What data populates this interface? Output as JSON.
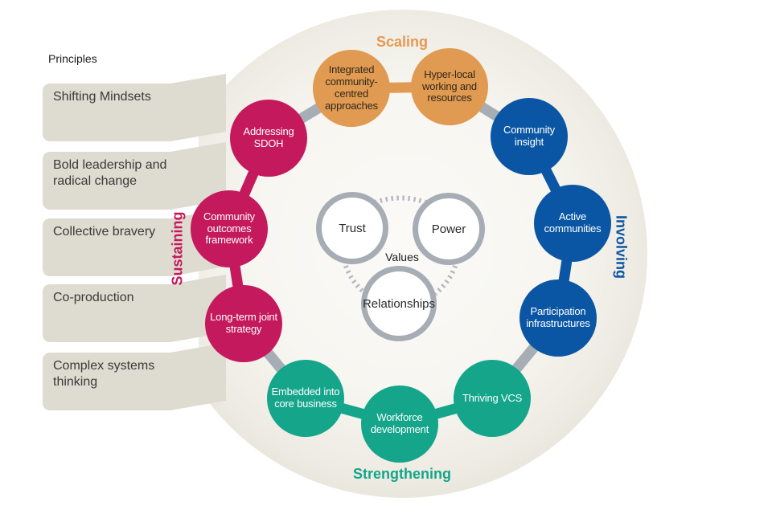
{
  "principles": {
    "heading": "Principles",
    "items": [
      "Shifting Mindsets",
      "Bold leadership and radical change",
      "Collective bravery",
      "Co-production",
      "Complex systems thinking"
    ],
    "box_color": "#DEDBD0",
    "text_color": "#3A3A39"
  },
  "wheel": {
    "categories": [
      {
        "id": "scaling",
        "label": "Scaling",
        "color": "#E09A52",
        "label_color": "#E8984F",
        "text_color": "#30281A"
      },
      {
        "id": "involving",
        "label": "Involving",
        "color": "#0B56A4",
        "label_color": "#0B56A4",
        "text_color": "#FFFFFF"
      },
      {
        "id": "strengthening",
        "label": "Strengthening",
        "color": "#14A58B",
        "label_color": "#14A58B",
        "text_color": "#FFFFFF"
      },
      {
        "id": "sustaining",
        "label": "Sustaining",
        "color": "#C4195C",
        "label_color": "#C4195C",
        "text_color": "#FFFFFF"
      }
    ],
    "nodes": [
      {
        "label": "Integrated community-centred approaches",
        "category": "scaling"
      },
      {
        "label": "Hyper-local working and resources",
        "category": "scaling"
      },
      {
        "label": "Community insight",
        "category": "involving"
      },
      {
        "label": "Active communities",
        "category": "involving"
      },
      {
        "label": "Participation infrastructures",
        "category": "involving"
      },
      {
        "label": "Thriving VCS",
        "category": "strengthening"
      },
      {
        "label": "Workforce development",
        "category": "strengthening"
      },
      {
        "label": "Embedded into core business",
        "category": "strengthening"
      },
      {
        "label": "Long-term joint strategy",
        "category": "sustaining"
      },
      {
        "label": "Community outcomes framework",
        "category": "sustaining"
      },
      {
        "label": "Addressing SDOH",
        "category": "sustaining"
      }
    ],
    "connector_gray": "#A7ADB4"
  },
  "values": {
    "center_label": "Values",
    "circles": [
      "Trust",
      "Power",
      "Relationships"
    ],
    "ring_color": "#A7ADB4",
    "dash_color": "#B4BAC0",
    "text_color": "#2B2B2B"
  },
  "colors": {
    "background": "#FFFFFF",
    "disc_edge": "#DAD7CA"
  }
}
